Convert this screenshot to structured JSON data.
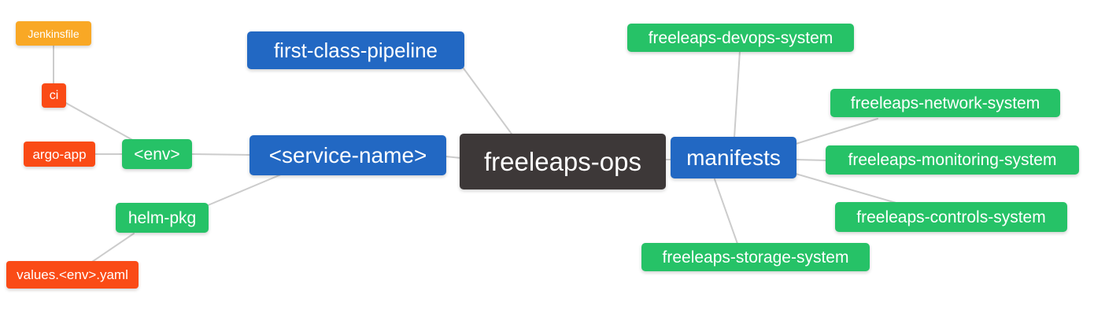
{
  "diagram": {
    "type": "mindmap",
    "root_label": "freeleaps-ops"
  },
  "palette": {
    "root_bg": "#3D3838",
    "branch_bg": "#2268C3",
    "leaf_bg": "#26C267",
    "detail_bg": "#FA4B16",
    "file_bg": "#F9A825",
    "edge": "#CCCCCC",
    "text": "#FFFFFF",
    "background": "#FFFFFF"
  },
  "nodes": [
    {
      "id": "freeleaps-ops",
      "label": "freeleaps-ops",
      "depth": "root"
    },
    {
      "id": "first-class-pipeline",
      "label": "first-class-pipeline",
      "depth": "branch"
    },
    {
      "id": "service-name",
      "label": "<service-name>",
      "depth": "branch"
    },
    {
      "id": "manifests",
      "label": "manifests",
      "depth": "branch"
    },
    {
      "id": "env",
      "label": "<env>",
      "depth": "leaf"
    },
    {
      "id": "helm-pkg",
      "label": "helm-pkg",
      "depth": "leaf"
    },
    {
      "id": "freeleaps-devops-system",
      "label": "freeleaps-devops-system",
      "depth": "leaf"
    },
    {
      "id": "freeleaps-network-system",
      "label": "freeleaps-network-system",
      "depth": "leaf"
    },
    {
      "id": "freeleaps-monitoring-system",
      "label": "freeleaps-monitoring-system",
      "depth": "leaf"
    },
    {
      "id": "freeleaps-controls-system",
      "label": "freeleaps-controls-system",
      "depth": "leaf"
    },
    {
      "id": "freeleaps-storage-system",
      "label": "freeleaps-storage-system",
      "depth": "leaf"
    },
    {
      "id": "ci",
      "label": "ci",
      "depth": "detail"
    },
    {
      "id": "argo-app",
      "label": "argo-app",
      "depth": "detail"
    },
    {
      "id": "values-env-yaml",
      "label": "values.<env>.yaml",
      "depth": "detail"
    },
    {
      "id": "jenkinsfile",
      "label": "Jenkinsfile",
      "depth": "file"
    }
  ],
  "edges": [
    {
      "from": "jenkinsfile",
      "to": "ci"
    },
    {
      "from": "ci",
      "to": "env"
    },
    {
      "from": "argo-app",
      "to": "env"
    },
    {
      "from": "env",
      "to": "service-name"
    },
    {
      "from": "helm-pkg",
      "to": "service-name"
    },
    {
      "from": "values-env-yaml",
      "to": "helm-pkg"
    },
    {
      "from": "first-class-pipeline",
      "to": "freeleaps-ops"
    },
    {
      "from": "service-name",
      "to": "freeleaps-ops"
    },
    {
      "from": "freeleaps-ops",
      "to": "manifests"
    },
    {
      "from": "manifests",
      "to": "freeleaps-devops-system"
    },
    {
      "from": "manifests",
      "to": "freeleaps-network-system"
    },
    {
      "from": "manifests",
      "to": "freeleaps-monitoring-system"
    },
    {
      "from": "manifests",
      "to": "freeleaps-controls-system"
    },
    {
      "from": "manifests",
      "to": "freeleaps-storage-system"
    }
  ]
}
